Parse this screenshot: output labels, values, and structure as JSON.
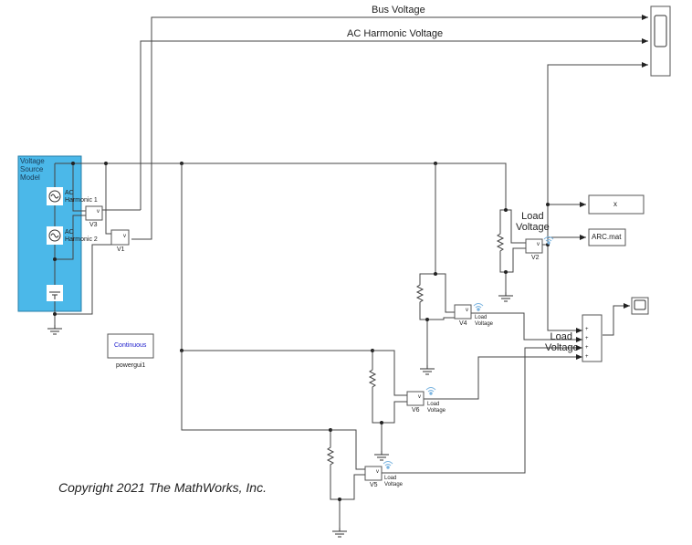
{
  "signals": {
    "bus_voltage": "Bus Voltage",
    "ac_harmonic_voltage": "AC Harmonic Voltage",
    "load_voltage_1": "Load",
    "load_voltage_2": "Voltage"
  },
  "subsystem": {
    "title_line1": "Voltage",
    "title_line2": "Source",
    "title_line3": "Model",
    "fill_color": "#4bb8e9",
    "source1_line1": "AC",
    "source1_line2": "Harmonic 1",
    "source2_line1": "AC",
    "source2_line2": "Harmonic 2"
  },
  "blocks": {
    "v1": "V1",
    "v2": "V2",
    "v3": "V3",
    "v4": "V4",
    "v5": "V5",
    "v6": "V6",
    "to_workspace": "x",
    "to_file": "ARC.mat",
    "powergui_mode": "Continuous",
    "powergui_name": "powergui1",
    "meter_v": "v",
    "tag_line1": "Load",
    "tag_line2": "Voltage",
    "sum_sign": "+"
  },
  "copyright": "Copyright 2021 The MathWorks, Inc."
}
